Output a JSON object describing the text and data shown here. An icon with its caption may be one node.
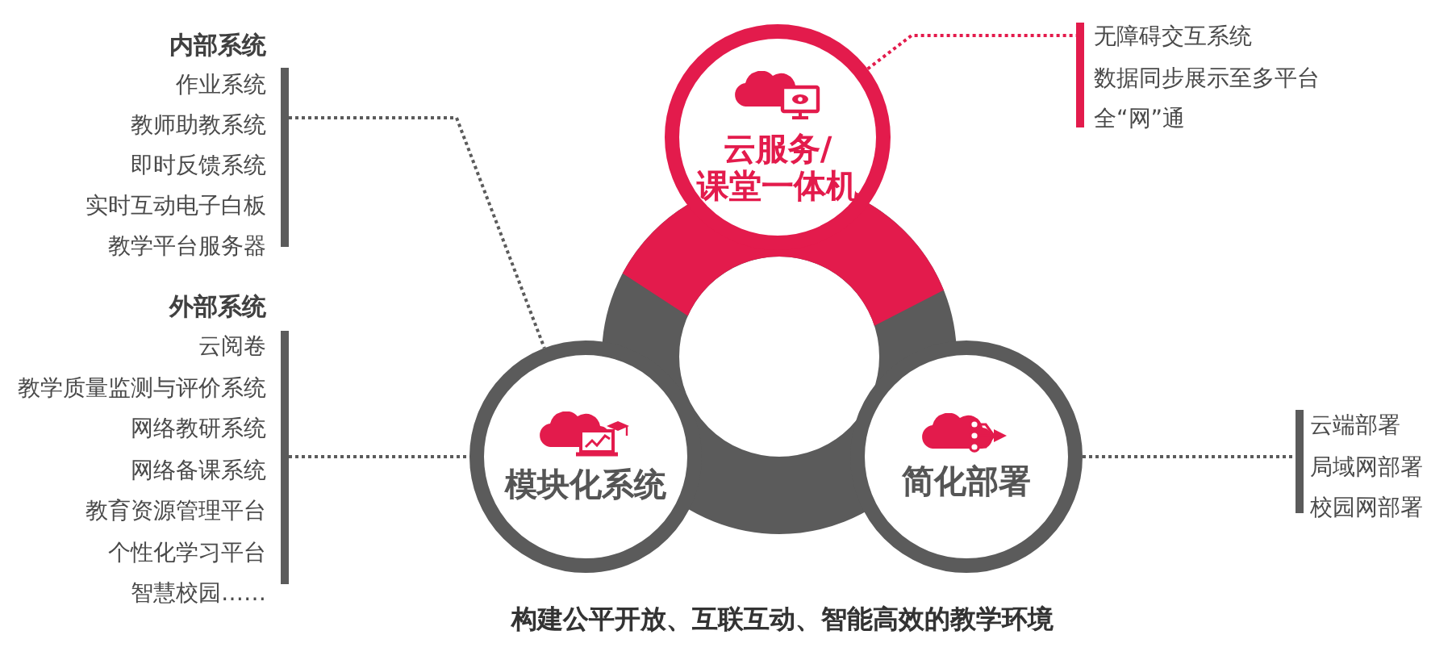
{
  "diagram": {
    "caption": "构建公平开放、互联互动、智能高效的教学环境",
    "nodes": [
      {
        "text": [
          "内部系统",
          "作业系统",
          "教师助教系统",
          "即时反馈系统",
          "实时互动电子白板",
          "教学平台服务器"
        ]
      },
      {
        "text": [
          "云服务/课堂一体机"
        ]
      },
      {
        "text": [
          "无障碍交互系统",
          "数据同步展示至多平台",
          "全“网”通"
        ]
      },
      {
        "text": [
          "外部系统",
          "云阅卷",
          "教学质量监测与评价系统",
          "网络教研系统",
          "网络备课系统",
          "教育资源管理平台",
          "个性化学习平台",
          "智慧校园……"
        ]
      },
      {
        "text": [
          "模块化系统"
        ]
      },
      {
        "text": [
          "简化部署"
        ]
      },
      {
        "text": [
          "云端部署",
          "局域网部署",
          "校园网部署"
        ]
      }
    ],
    "edges": [
      {
        "from": 0,
        "to": 4,
        "arrow": "none",
        "style": "dashed"
      },
      {
        "from": 3,
        "to": 4,
        "arrow": "none",
        "style": "dashed"
      },
      {
        "from": 1,
        "to": 2,
        "arrow": "none",
        "style": "dashed",
        "color": "#e31b4c"
      },
      {
        "from": 5,
        "to": 6,
        "arrow": "none",
        "style": "dashed"
      }
    ]
  }
}
